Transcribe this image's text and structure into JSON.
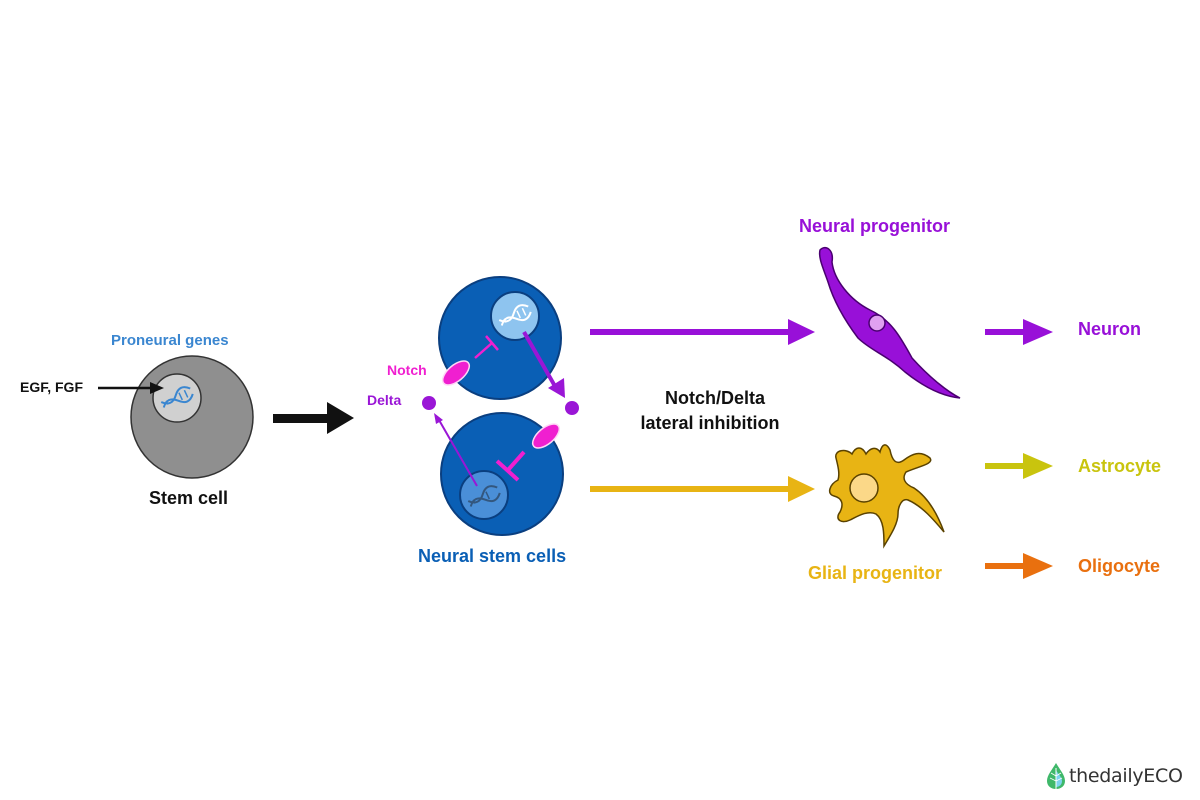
{
  "colors": {
    "black": "#111111",
    "stem_blue_text": "#3a86d0",
    "neural_blue": "#0a5fb5",
    "neural_blue_dark": "#0a3f80",
    "nucleus_light": "#8ec4ef",
    "notch_pink": "#f01fd0",
    "delta_purple": "#9a16d6",
    "neuron_purple": "#9810d8",
    "glial_gold": "#e8b414",
    "astro_yellow": "#c9c40e",
    "oligo_orange": "#e9700f",
    "grey_cell": "#8f8f8f",
    "grey_nucleus": "#d0d0d0"
  },
  "labels": {
    "proneural_genes": "Proneural genes",
    "egf_fgf": "EGF, FGF",
    "stem_cell": "Stem cell",
    "notch": "Notch",
    "delta": "Delta",
    "neural_stem_cells": "Neural stem cells",
    "notch_delta_line1": "Notch/Delta",
    "notch_delta_line2": "lateral inhibition",
    "neural_progenitor": "Neural progenitor",
    "glial_progenitor": "Glial progenitor",
    "neuron": "Neuron",
    "astrocyte": "Astrocyte",
    "oligocyte": "Oligocyte"
  },
  "logo": {
    "text": "thedailyECO",
    "icon": "leaf-drop-icon"
  }
}
